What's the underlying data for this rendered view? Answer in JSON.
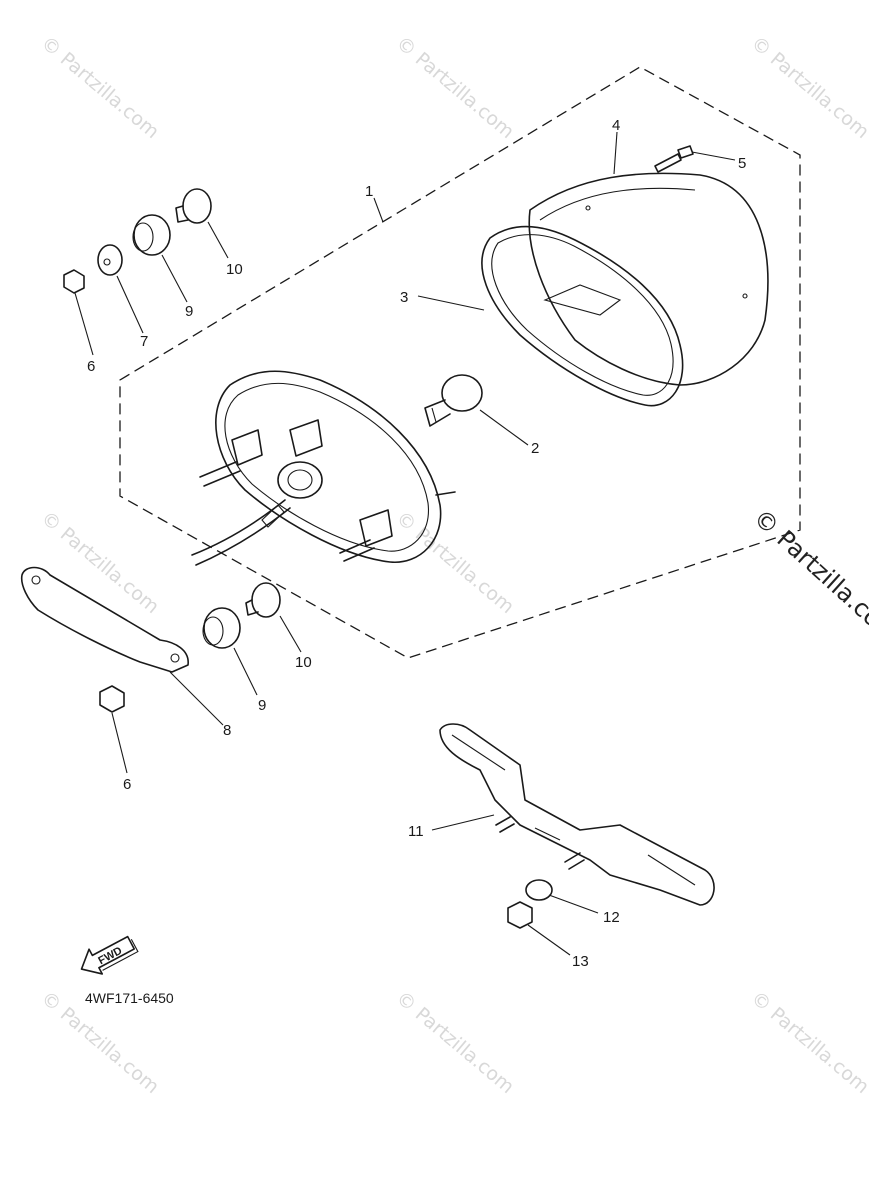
{
  "diagram": {
    "callouts": [
      {
        "id": "c1",
        "label": "1"
      },
      {
        "id": "c2",
        "label": "2"
      },
      {
        "id": "c3",
        "label": "3"
      },
      {
        "id": "c4",
        "label": "4"
      },
      {
        "id": "c5",
        "label": "5"
      },
      {
        "id": "c6a",
        "label": "6"
      },
      {
        "id": "c6b",
        "label": "6"
      },
      {
        "id": "c7",
        "label": "7"
      },
      {
        "id": "c8",
        "label": "8"
      },
      {
        "id": "c9a",
        "label": "9"
      },
      {
        "id": "c9b",
        "label": "9"
      },
      {
        "id": "c10a",
        "label": "10"
      },
      {
        "id": "c10b",
        "label": "10"
      },
      {
        "id": "c11",
        "label": "11"
      },
      {
        "id": "c12",
        "label": "12"
      },
      {
        "id": "c13",
        "label": "13"
      }
    ],
    "fwd_arrow_label": "FWD",
    "diagram_code": "4WF171-6450",
    "brand_watermark": "© Partzilla.com",
    "faint_watermark": "© Partzilla.com"
  }
}
